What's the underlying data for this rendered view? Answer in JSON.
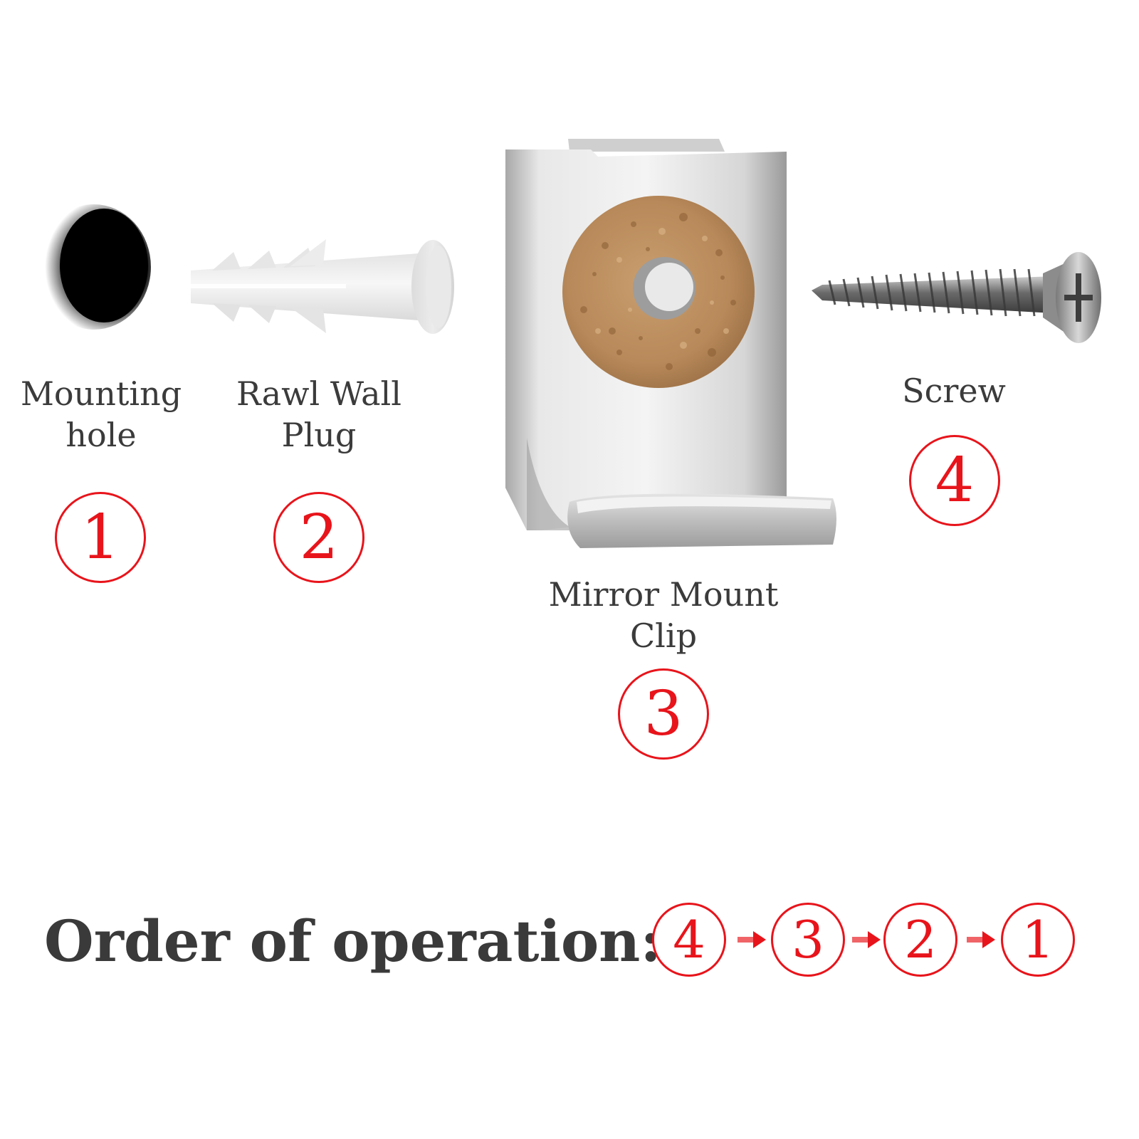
{
  "parts": [
    {
      "id": "mounting-hole",
      "number": "1",
      "label_lines": [
        "Mounting",
        "hole"
      ]
    },
    {
      "id": "wall-plug",
      "number": "2",
      "label_lines": [
        "Rawl Wall",
        "Plug"
      ]
    },
    {
      "id": "mirror-clip",
      "number": "3",
      "label_lines": [
        "Mirror Mount",
        "Clip"
      ]
    },
    {
      "id": "screw",
      "number": "4",
      "label_lines": [
        "Screw"
      ]
    }
  ],
  "order": {
    "title": "Order of operation:",
    "sequence": [
      "4",
      "3",
      "2",
      "1"
    ]
  },
  "colors": {
    "accent_red": "#e8141b",
    "text_dark": "#3b3b3b",
    "background": "#ffffff"
  },
  "icons": [
    "mounting-hole-image",
    "wall-plug-image",
    "mirror-clip-image",
    "screw-image",
    "arrow-right-icon"
  ]
}
